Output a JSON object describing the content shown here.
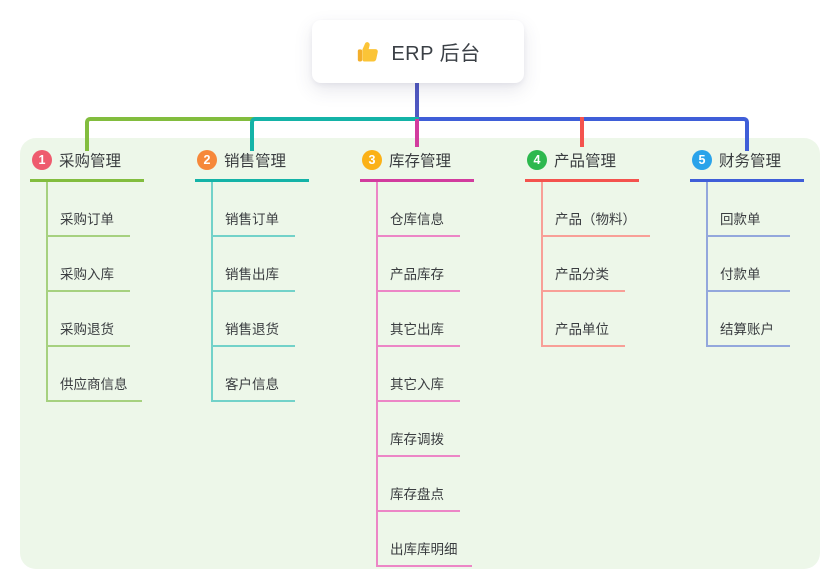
{
  "root": {
    "label": "ERP 后台",
    "icon": "thumbs-up-icon",
    "line_color": "#4f58c2",
    "card_background": "#ffffff",
    "text_color": "#3b4046"
  },
  "panel": {
    "background": "#edf7e9"
  },
  "branches": [
    {
      "badge": "1",
      "badge_color": "#ee5b6e",
      "label": "采购管理",
      "color": "#82bd3e",
      "sub_color": "#a6d17f",
      "items": [
        "采购订单",
        "采购入库",
        "采购退货",
        "供应商信息"
      ]
    },
    {
      "badge": "2",
      "badge_color": "#f6883a",
      "label": "销售管理",
      "color": "#14b3a7",
      "sub_color": "#72d2c9",
      "items": [
        "销售订单",
        "销售出库",
        "销售退货",
        "客户信息"
      ]
    },
    {
      "badge": "3",
      "badge_color": "#fbb117",
      "label": "库存管理",
      "color": "#d23c9e",
      "sub_color": "#ec86c6",
      "items": [
        "仓库信息",
        "产品库存",
        "其它出库",
        "其它入库",
        "库存调拨",
        "库存盘点",
        "出库库明细"
      ]
    },
    {
      "badge": "4",
      "badge_color": "#2db84e",
      "label": "产品管理",
      "color": "#f4534e",
      "sub_color": "#f89f97",
      "items": [
        "产品（物料）",
        "产品分类",
        "产品单位"
      ]
    },
    {
      "badge": "5",
      "badge_color": "#2aa3ea",
      "label": "财务管理",
      "color": "#3f5ed8",
      "sub_color": "#93a7dc",
      "items": [
        "回款单",
        "付款单",
        "结算账户"
      ]
    }
  ]
}
